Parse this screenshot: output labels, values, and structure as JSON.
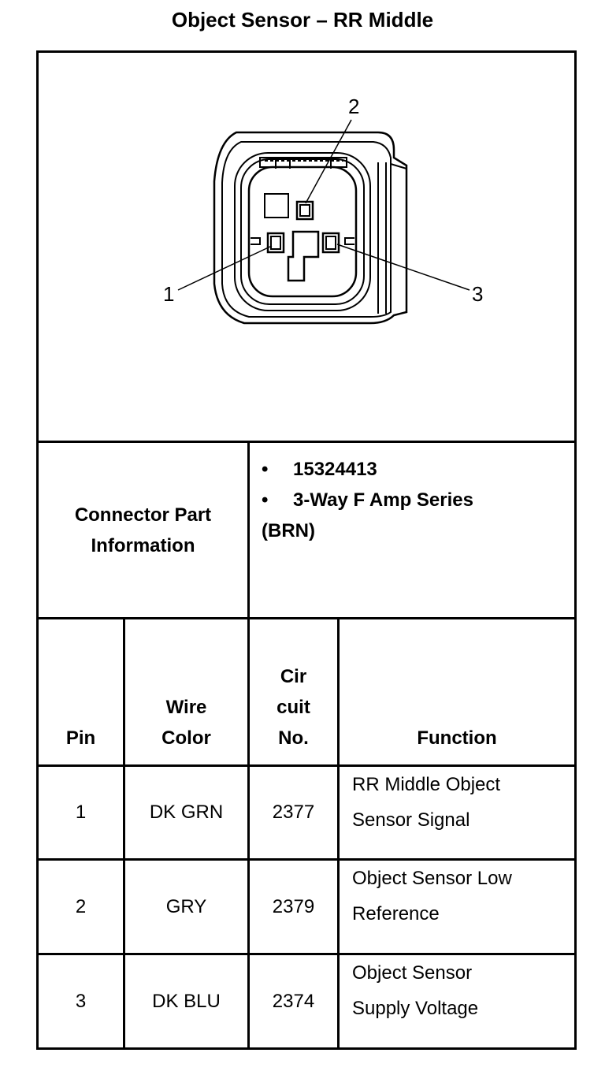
{
  "title": "Object Sensor – RR Middle",
  "diagram": {
    "pin_labels": [
      "1",
      "2",
      "3"
    ]
  },
  "connector_info": {
    "label_line1": "Connector Part",
    "label_line2": "Information",
    "items": [
      "15324413",
      "3-Way F Amp Series"
    ],
    "items_continuation": "(BRN)"
  },
  "table": {
    "headers": {
      "pin": "Pin",
      "wire_color_1": "Wire",
      "wire_color_2": "Color",
      "circuit_1": "Cir",
      "circuit_2": "cuit",
      "circuit_3": "No.",
      "function": "Function"
    },
    "rows": [
      {
        "pin": "1",
        "wire_color": "DK GRN",
        "circuit": "2377",
        "function_1": "RR Middle Object",
        "function_2": "Sensor Signal"
      },
      {
        "pin": "2",
        "wire_color": "GRY",
        "circuit": "2379",
        "function_1": "Object Sensor Low",
        "function_2": "Reference"
      },
      {
        "pin": "3",
        "wire_color": "DK BLU",
        "circuit": "2374",
        "function_1": "Object Sensor",
        "function_2": "Supply Voltage"
      }
    ]
  }
}
